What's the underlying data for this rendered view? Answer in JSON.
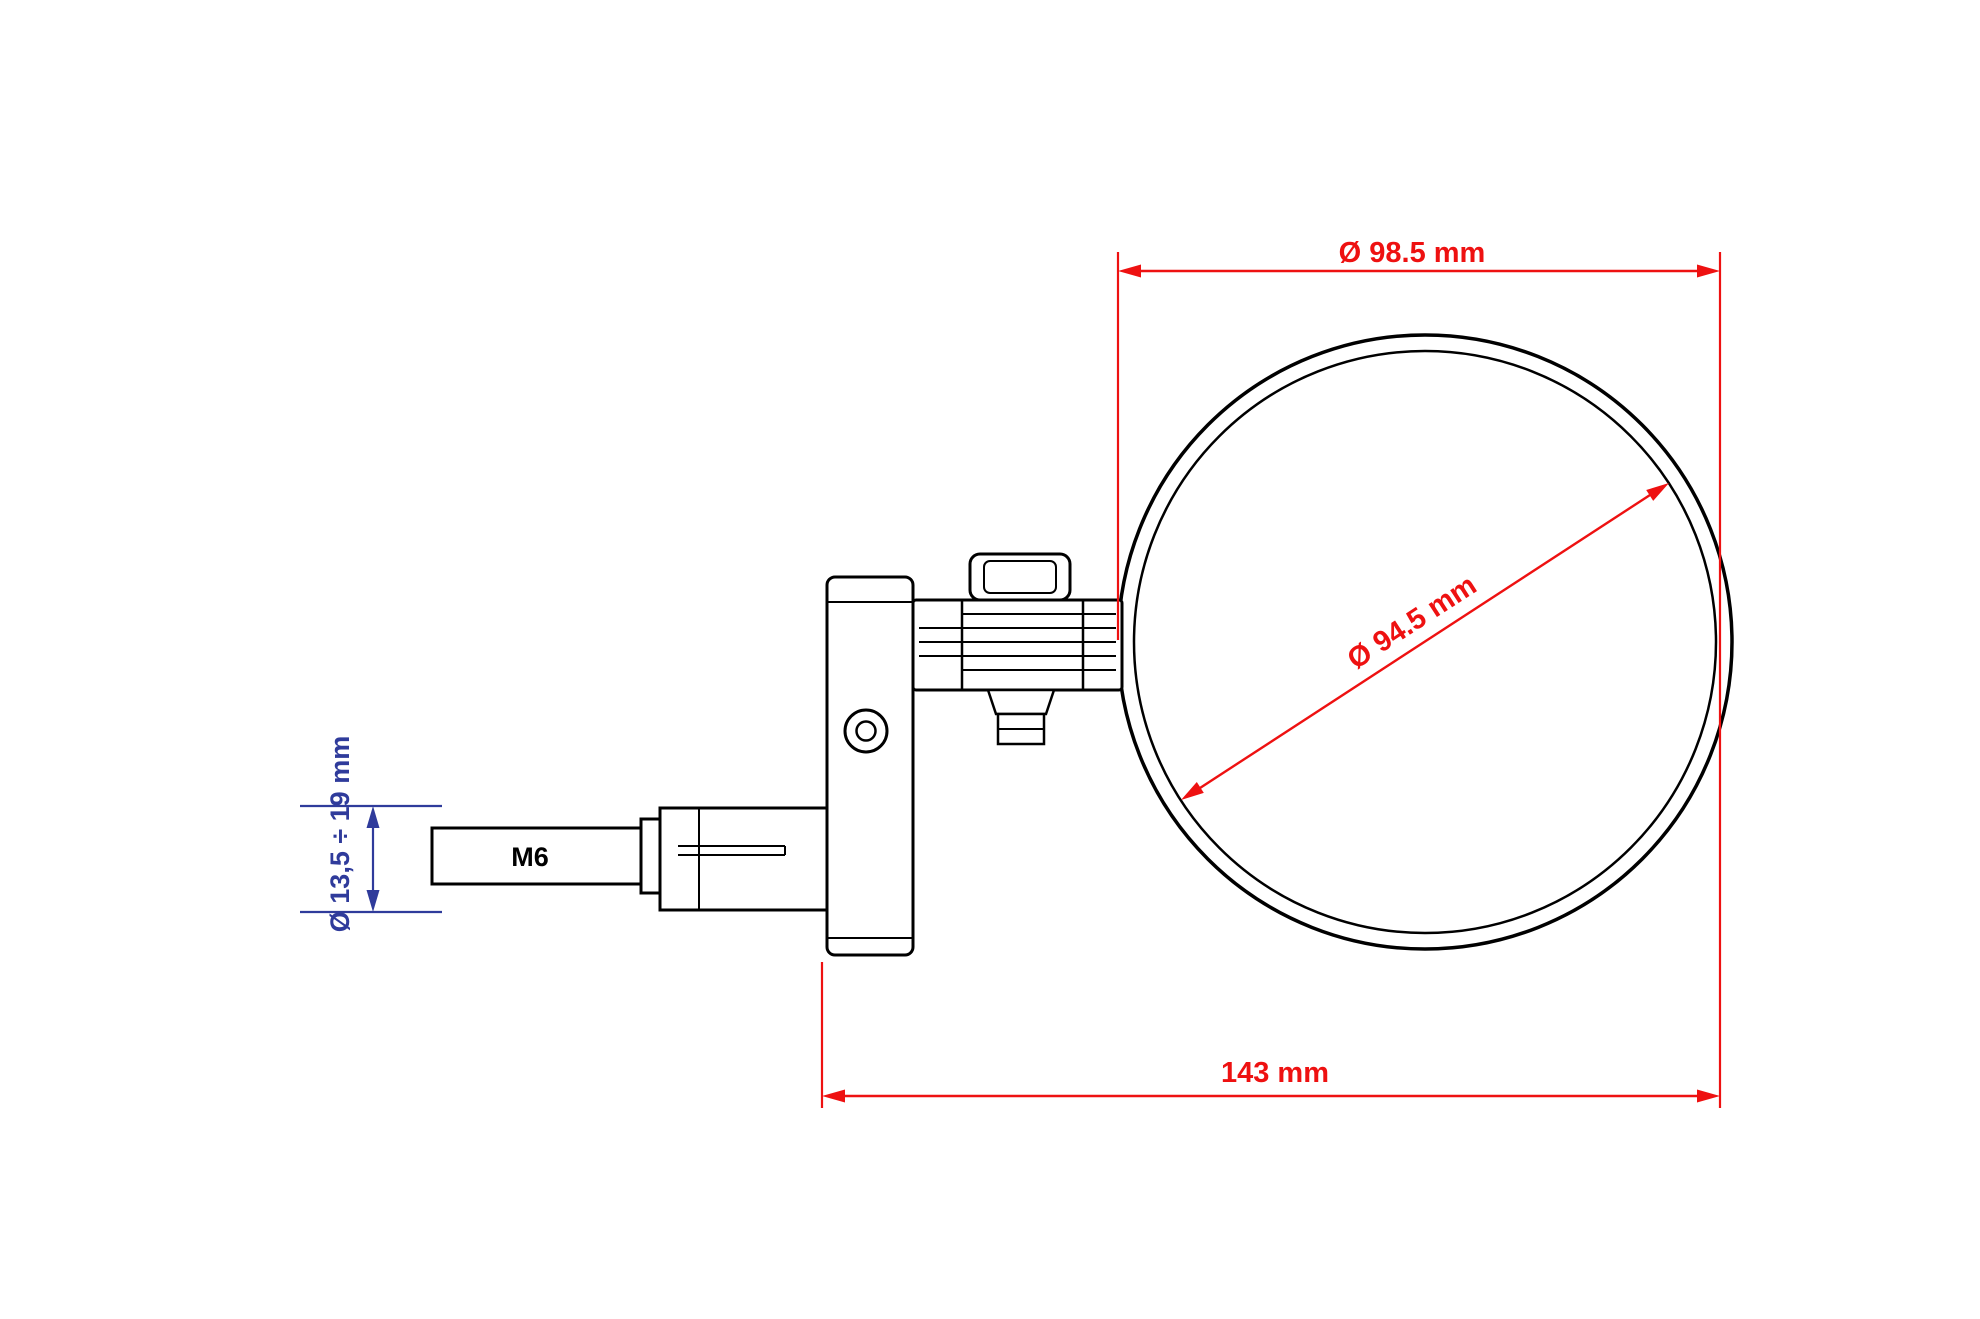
{
  "diagram": {
    "dimensions": {
      "outer_diameter": "Ø 98.5 mm",
      "mirror_diameter": "Ø 94.5 mm",
      "overall_length": "143 mm",
      "stem_clamp_range": "Ø 13,5 ÷ 19 mm",
      "thread": "M6"
    },
    "colors": {
      "dimension_red": "#ee1111",
      "dimension_blue": "#2f3b9b",
      "drawing_black": "#000000",
      "background": "#ffffff"
    }
  }
}
